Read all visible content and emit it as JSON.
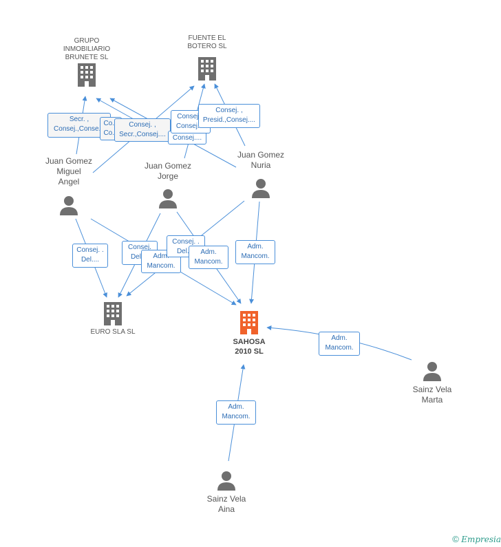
{
  "colors": {
    "edge": "#4a8fd9",
    "node_gray": "#6f6f6f",
    "node_main": "#f0622b",
    "label_text": "#2d6db5"
  },
  "companies": {
    "grupo": {
      "lines": [
        "GRUPO",
        "INMOBILIARIO",
        "BRUNETE SL"
      ],
      "icon": "building-icon"
    },
    "fuente": {
      "lines": [
        "FUENTE EL",
        "BOTERO SL"
      ],
      "icon": "building-icon"
    },
    "euro": {
      "lines": [
        "EURO SLA SL"
      ],
      "icon": "building-icon"
    },
    "sahosa": {
      "lines": [
        "SAHOSA",
        "2010 SL"
      ],
      "icon": "building-icon"
    }
  },
  "people": {
    "miguel": {
      "lines": [
        "Juan Gomez",
        "Miguel",
        "Angel"
      ],
      "icon": "person-icon"
    },
    "jorge": {
      "lines": [
        "Juan Gomez",
        "Jorge"
      ],
      "icon": "person-icon"
    },
    "nuria": {
      "lines": [
        "Juan Gomez",
        "Nuria"
      ],
      "icon": "person-icon"
    },
    "marta": {
      "lines": [
        "Sainz Vela",
        "Marta"
      ],
      "icon": "person-icon"
    },
    "aina": {
      "lines": [
        "Sainz Vela",
        "Aina"
      ],
      "icon": "person-icon"
    }
  },
  "edge_labels": {
    "l1": [
      "Secr. ,",
      "Consej.,Conse..."
    ],
    "l2": [
      "Co...",
      "Co..."
    ],
    "l3": [
      "Consej. ,",
      "Secr.,Consej...."
    ],
    "l4": [
      "Consej...."
    ],
    "l5": [
      "Consej. ,",
      "Consej...."
    ],
    "l6": [
      "Consej. ,",
      "Presid.,Consej...."
    ],
    "l7": [
      "Consej. .",
      "Del...."
    ],
    "l8": [
      "Consej.",
      "Del...."
    ],
    "l9": [
      "Adm.",
      "Mancom."
    ],
    "l10": [
      "Consej. .",
      "Del...."
    ],
    "l11": [
      "Adm.",
      "Mancom."
    ],
    "l12": [
      "Adm.",
      "Mancom."
    ],
    "l13": [
      "Adm.",
      "Mancom."
    ],
    "l14": [
      "Adm.",
      "Mancom."
    ]
  },
  "footer": {
    "copyright": "©",
    "brand": "Empresia"
  }
}
